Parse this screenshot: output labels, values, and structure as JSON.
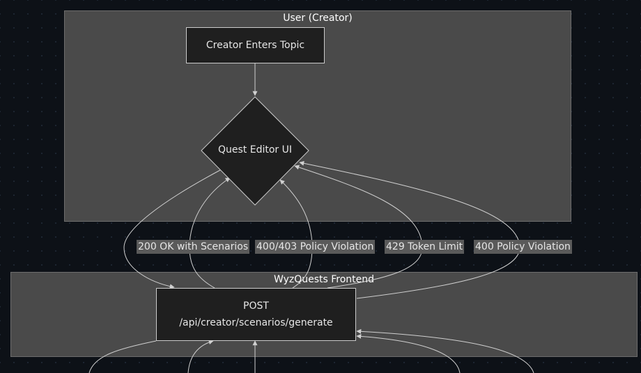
{
  "clusters": {
    "creator": {
      "title": "User (Creator)"
    },
    "frontend": {
      "title": "WyzQuests Frontend"
    }
  },
  "nodes": {
    "enter_topic": "Creator Enters Topic",
    "quest_editor": "Quest Editor UI",
    "post_line1": "POST",
    "post_line2": "/api/creator/scenarios/generate"
  },
  "edge_labels": {
    "ok": "200 OK with Scenarios",
    "policy_403": "400/403 Policy Violation",
    "token_limit": "429 Token Limit",
    "policy_400": "400 Policy Violation"
  },
  "colors": {
    "background": "#0d1117",
    "cluster": "#4a4a4a",
    "node": "#1f1f1f",
    "edge": "#d0d0d0"
  }
}
